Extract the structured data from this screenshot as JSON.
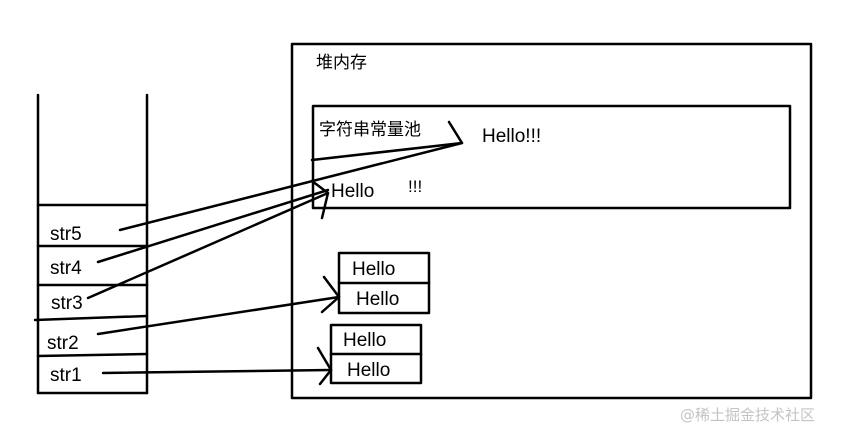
{
  "heap": {
    "title": "堆内存"
  },
  "pool": {
    "title": "字符串常量池",
    "hello_full": "Hello!!!",
    "hello": "Hello",
    "bangs": "!!!"
  },
  "heap_objects": [
    {
      "top": "Hello",
      "bottom": "Hello"
    },
    {
      "top": "Hello",
      "bottom": "Hello"
    }
  ],
  "stack": {
    "vars": [
      "str5",
      "str4",
      "str3",
      "str2",
      "str1"
    ]
  },
  "watermark": "@稀土掘金技术社区"
}
